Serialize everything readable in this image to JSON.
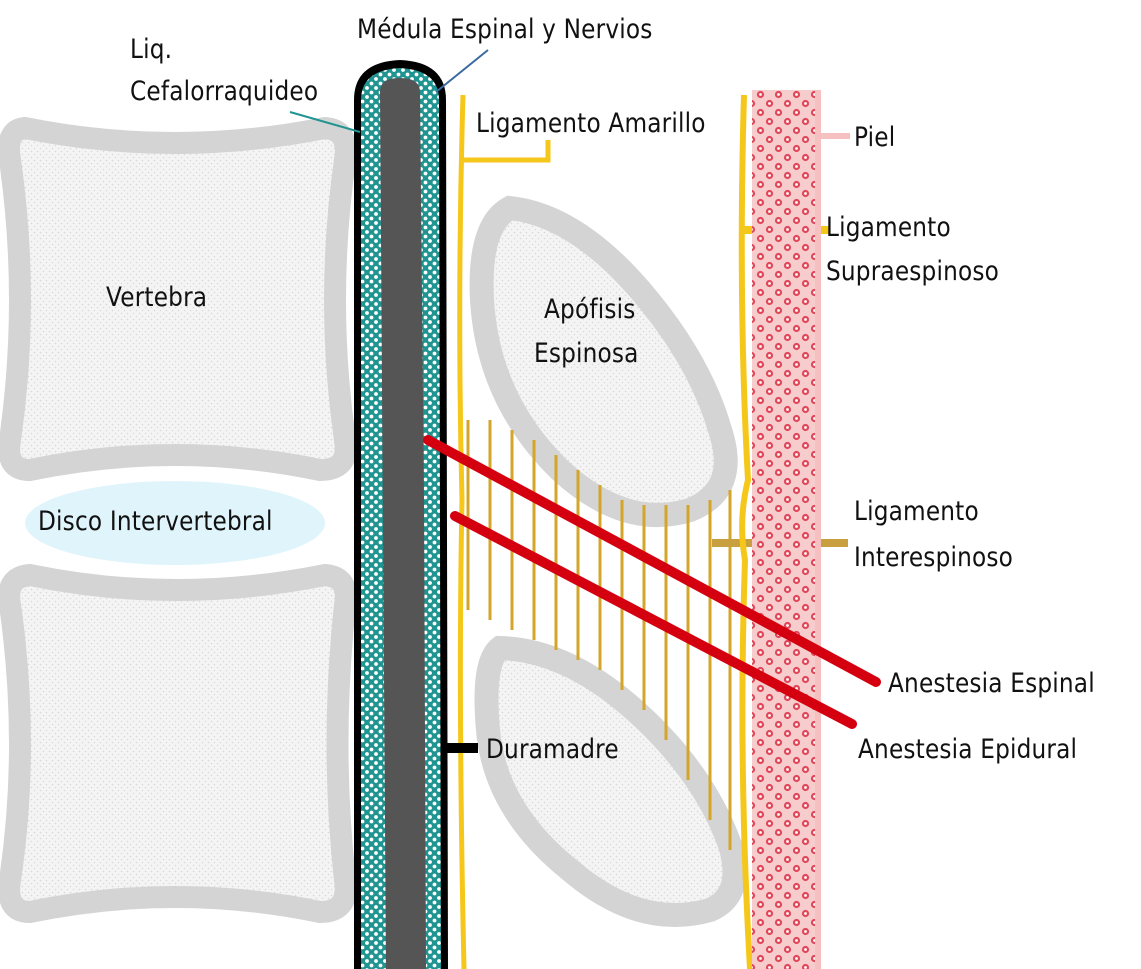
{
  "labels": {
    "liq_line1": "Liq.",
    "liq_line2": "Cefalorraquideo",
    "medula": "Médula Espinal y Nervios",
    "lig_amarillo": "Ligamento Amarillo",
    "piel": "Piel",
    "lig_supra_line1": "Ligamento",
    "lig_supra_line2": "Supraespinoso",
    "vertebra": "Vertebra",
    "apofisis_line1": "Apófisis",
    "apofisis_line2": "Espinosa",
    "disco": "Disco Intervertebral",
    "lig_inter_line1": "Ligamento",
    "lig_inter_line2": "Interespinoso",
    "anestesia_espinal": "Anestesia Espinal",
    "anestesia_epidural": "Anestesia Epidural",
    "duramadre": "Duramadre"
  },
  "colors": {
    "bone": "#d4d4d4",
    "bone_fill": "#f2f2f2",
    "csf": "#1f9490",
    "cord": "#555555",
    "dura": "#000000",
    "ligament": "#f5c71a",
    "interspinous": "#c8a040",
    "skin": "#f0a0a0",
    "disc": "#dff5fb",
    "needle": "#d40010"
  }
}
